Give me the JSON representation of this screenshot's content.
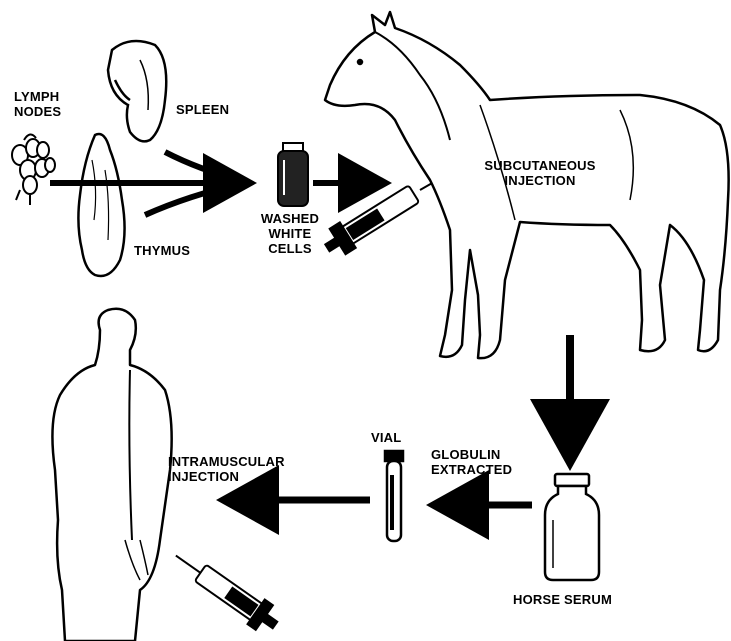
{
  "labels": {
    "lymph_nodes": "LYMPH\nNODES",
    "spleen": "SPLEEN",
    "thymus": "THYMUS",
    "washed_white_cells": "WASHED\nWHITE\nCELLS",
    "subcutaneous_injection": "SUBCUTANEOUS\nINJECTION",
    "vial": "VIAL",
    "globulin_extracted": "GLOBULIN\nEXTRACTED",
    "intramuscular_injection": "INTRAMUSCULAR\nINJECTION",
    "horse_serum": "HORSE SERUM"
  },
  "colors": {
    "ink": "#000000",
    "paper": "#ffffff"
  }
}
